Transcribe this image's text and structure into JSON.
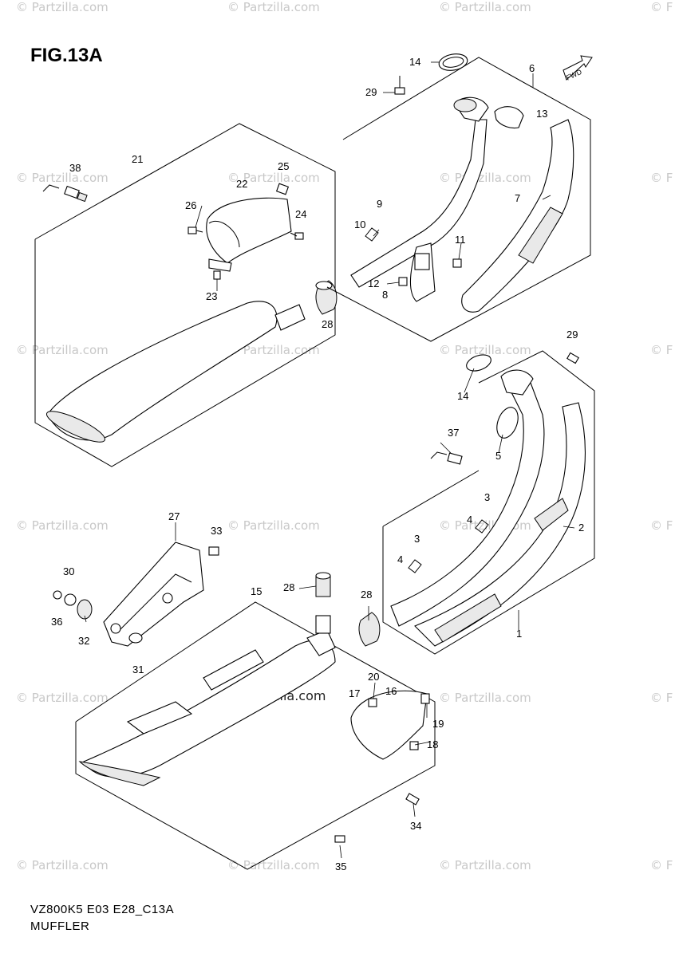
{
  "figure": {
    "title": "FIG.13A",
    "code": "VZ800K5 E03 E28_C13A",
    "name": "MUFFLER",
    "fwd": "FWD"
  },
  "watermark": {
    "text": "© Partzilla.com",
    "center_text": "© Partzilla.com",
    "edge_text": "© F"
  },
  "callouts": [
    "1",
    "2",
    "3",
    "4",
    "5",
    "6",
    "7",
    "8",
    "9",
    "10",
    "11",
    "12",
    "13",
    "14",
    "15",
    "16",
    "17",
    "18",
    "19",
    "20",
    "21",
    "22",
    "23",
    "24",
    "25",
    "26",
    "27",
    "28",
    "29",
    "30",
    "31",
    "32",
    "33",
    "34",
    "35",
    "36",
    "37",
    "38"
  ]
}
